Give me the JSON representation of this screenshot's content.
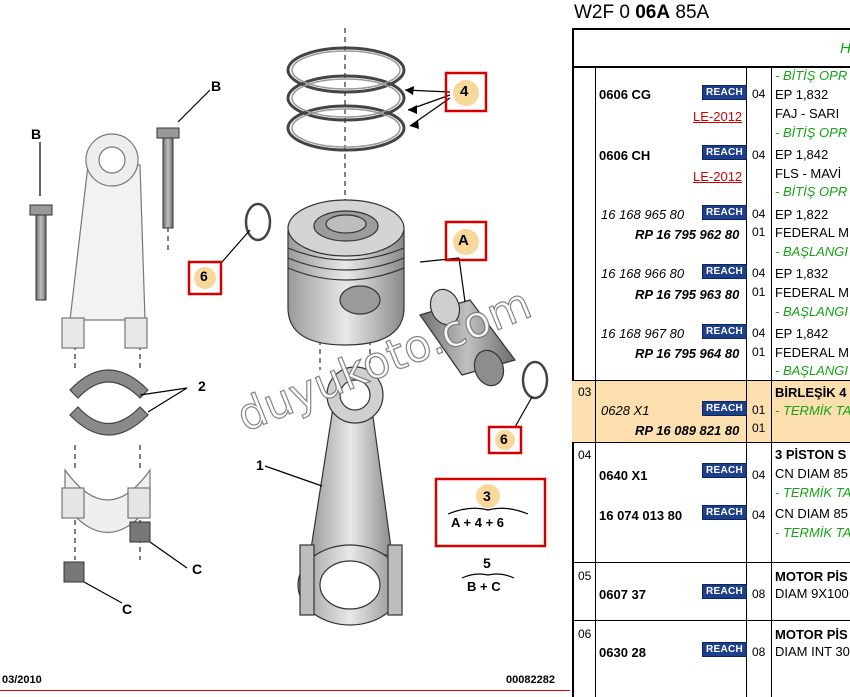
{
  "footer": {
    "date": "03/2010",
    "code": "00082282"
  },
  "watermark": "duyukoto.com",
  "callouts": {
    "B1": "B",
    "B2": "B",
    "four": "4",
    "A": "A",
    "six_left": "6",
    "six_right": "6",
    "two": "2",
    "one": "1",
    "C1": "C",
    "C2": "C",
    "three": "3",
    "three_formula": "A + 4 + 6",
    "five": "5",
    "five_formula": "B + C"
  },
  "panel": {
    "title_prefix": "W2F 0 ",
    "title_bold": "06A",
    "title_suffix": " 85A",
    "header_fragment": "H",
    "reach_label": "REACH",
    "rows": {
      "r1": {
        "top_note": "- BİTİŞ OPR",
        "p1_code": "0606 CG",
        "p1_qty": "04",
        "p1_desc1": "EP 1,832",
        "p1_desc2": "FAJ - SARI",
        "p1_link": "LE-2012",
        "p1_note": "- BİTİŞ OPR",
        "p2_code": "0606 CH",
        "p2_qty": "04",
        "p2_desc1": "EP 1,842",
        "p2_desc2": "FLS - MAVİ",
        "p2_link": "LE-2012",
        "p2_note": "- BİTİŞ OPR",
        "p3_code": "16 168 965 80",
        "p3_qty": "04",
        "p3_desc1": "EP 1,822",
        "p3_rp": "RP 16 795 962 80",
        "p3_qty2": "01",
        "p3_desc2": "FEDERAL M",
        "p3_note": "- BAŞLANGI",
        "p4_code": "16 168 966 80",
        "p4_qty": "04",
        "p4_desc1": "EP 1,832",
        "p4_rp": "RP 16 795 963 80",
        "p4_qty2": "01",
        "p4_desc2": "FEDERAL M",
        "p4_note": "- BAŞLANGI",
        "p5_code": "16 168 967 80",
        "p5_qty": "04",
        "p5_desc1": "EP 1,842",
        "p5_rp": "RP 16 795 964 80",
        "p5_qty2": "01",
        "p5_desc2": "FEDERAL M",
        "p5_note": "- BAŞLANGI"
      },
      "r2": {
        "num": "03",
        "code": "0628 X1",
        "qty": "01",
        "rp": "RP 16 089 821 80",
        "qty2": "01",
        "desc": "BİRLEŞİK 4",
        "note": "- TERMİK TA"
      },
      "r3": {
        "num": "04",
        "desc": "3 PİSTON S",
        "code1": "0640 X1",
        "qty1": "04",
        "desc1": "CN DIAM 85",
        "note1": "- TERMİK TA",
        "code2": "16 074 013 80",
        "qty2": "04",
        "desc2": "CN DIAM 85",
        "note2": "- TERMİK TA"
      },
      "r4": {
        "num": "05",
        "desc": "MOTOR PİS",
        "code": "0607 37",
        "qty": "08",
        "desc2": "DIAM 9X100"
      },
      "r5": {
        "num": "06",
        "desc": "MOTOR PİS",
        "code": "0630 28",
        "qty": "08",
        "desc2": "DIAM INT 30"
      }
    }
  },
  "colors": {
    "highlight_box": "#d40000",
    "callout_fill": "#f6d89a",
    "row_highlight": "#fbdfae",
    "reach_badge": "#1e3f8a",
    "note_green": "#16a316"
  }
}
